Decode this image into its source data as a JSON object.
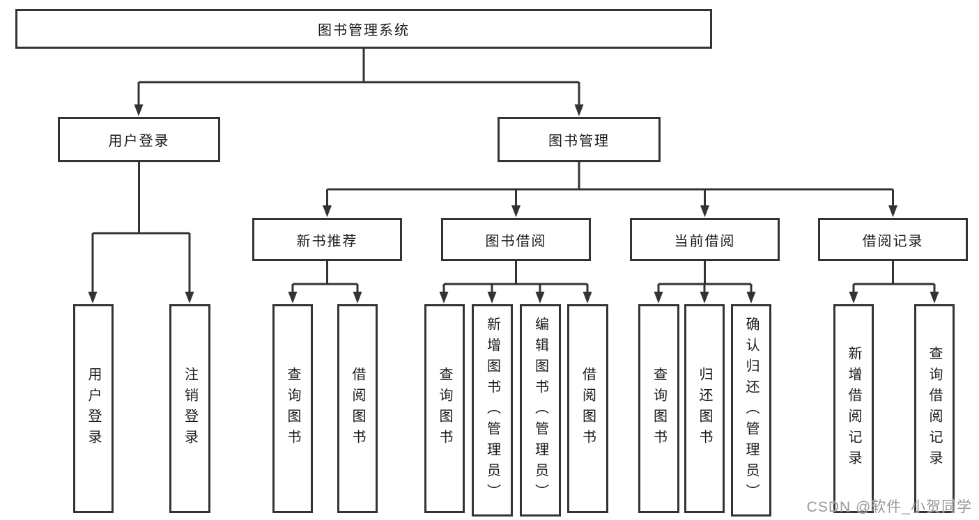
{
  "diagram": {
    "type": "tree",
    "root": {
      "label": "图书管理系统"
    },
    "level2": [
      {
        "label": "用户登录"
      },
      {
        "label": "图书管理"
      }
    ],
    "level3": [
      {
        "label": "新书推荐",
        "parent": "图书管理"
      },
      {
        "label": "图书借阅",
        "parent": "图书管理"
      },
      {
        "label": "当前借阅",
        "parent": "图书管理"
      },
      {
        "label": "借阅记录",
        "parent": "图书管理"
      }
    ],
    "leaves": [
      {
        "label": "用户登录",
        "parent": "用户登录"
      },
      {
        "label": "注销登录",
        "parent": "用户登录"
      },
      {
        "label": "查询图书",
        "parent": "新书推荐"
      },
      {
        "label": "借阅图书",
        "parent": "新书推荐"
      },
      {
        "label": "查询图书",
        "parent": "图书借阅"
      },
      {
        "label": "新增图书（管理员）",
        "parent": "图书借阅"
      },
      {
        "label": "编辑图书（管理员）",
        "parent": "图书借阅"
      },
      {
        "label": "借阅图书",
        "parent": "图书借阅"
      },
      {
        "label": "查询图书",
        "parent": "当前借阅"
      },
      {
        "label": "归还图书",
        "parent": "当前借阅"
      },
      {
        "label": "确认归还（管理员）",
        "parent": "当前借阅"
      },
      {
        "label": "新增借阅记录",
        "parent": "借阅记录"
      },
      {
        "label": "查询借阅记录",
        "parent": "借阅记录"
      }
    ]
  },
  "watermark": {
    "text": "CSDN @软件_小贺同学"
  },
  "colors": {
    "line": "#333333",
    "box_border": "#333333",
    "text": "#1a1a1a",
    "watermark": "#999999",
    "background": "#ffffff"
  }
}
